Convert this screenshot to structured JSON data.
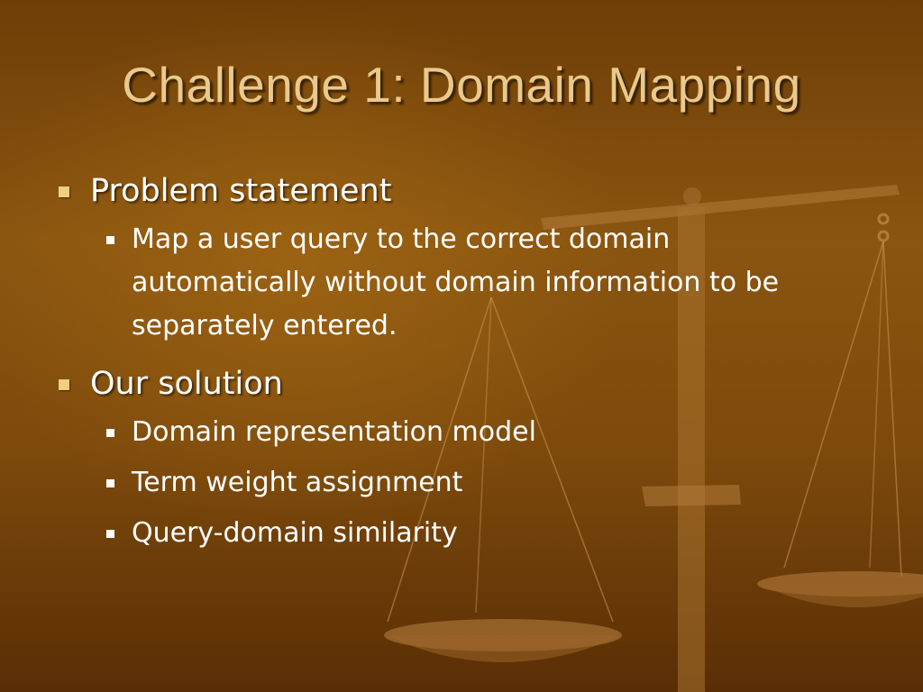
{
  "slide": {
    "title": "Challenge 1: Domain Mapping",
    "sections": [
      {
        "heading": "Problem statement",
        "items": [
          "Map a user query to the correct domain automatically without domain information to be separately entered."
        ]
      },
      {
        "heading": "Our solution",
        "items": [
          "Domain representation model",
          "Term weight assignment",
          "Query-domain similarity"
        ]
      }
    ]
  },
  "colors": {
    "title": "#e9c98c",
    "bullet_level1": "#f0cf7d",
    "text": "#ffffff",
    "background": "#7a4a0c"
  },
  "icons": [
    "scales-of-justice-illustration"
  ]
}
